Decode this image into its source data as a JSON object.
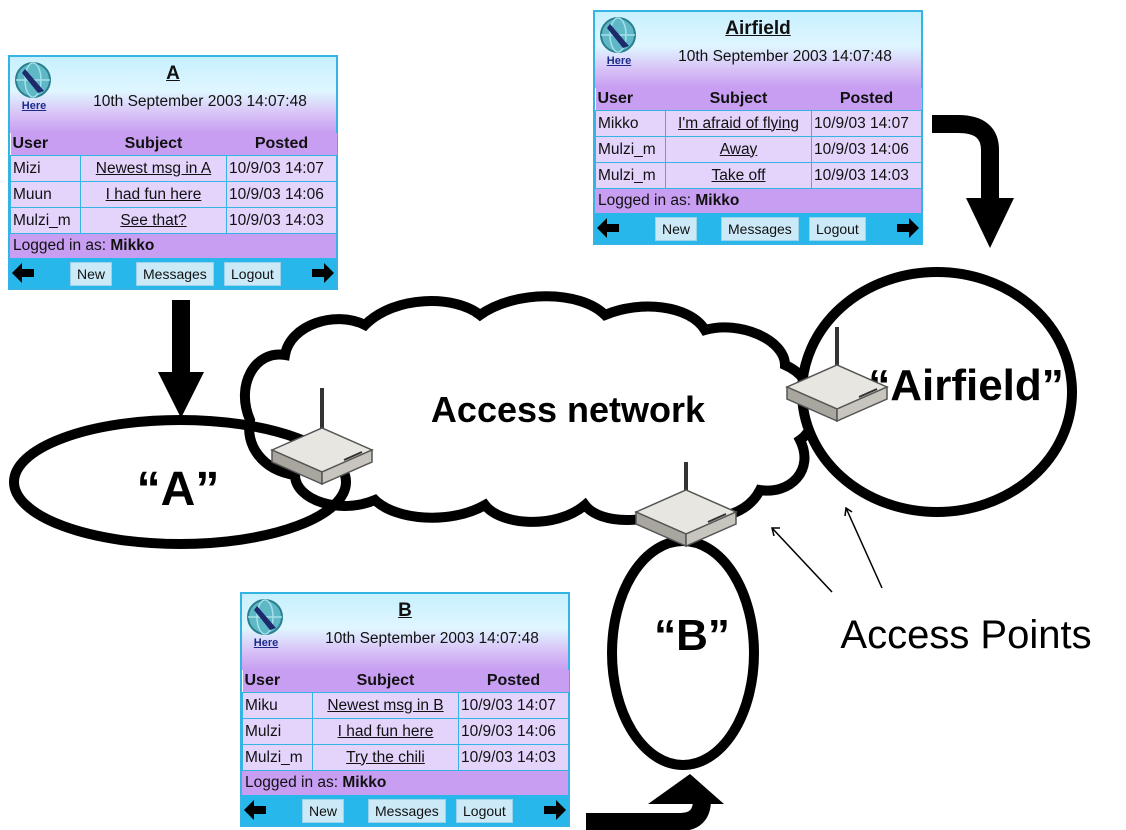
{
  "diagram": {
    "network_label": "Access network",
    "cell_a_label": "“A”",
    "cell_b_label": "“B”",
    "cell_airfield_label": "“Airfield”",
    "access_points_label": "Access Points"
  },
  "panels": {
    "a": {
      "logo_link": "Here",
      "title": "A",
      "date": "10th September 2003 14:07:48",
      "headers": {
        "user": "User",
        "subject": "Subject",
        "posted": "Posted"
      },
      "rows": [
        {
          "user": "Mizi",
          "subject": "Newest msg in A",
          "posted": "10/9/03 14:07"
        },
        {
          "user": "Muun",
          "subject": "I had fun here",
          "posted": "10/9/03 14:06"
        },
        {
          "user": "Mulzi_m",
          "subject": "See that?",
          "posted": "10/9/03 14:03"
        }
      ],
      "status_prefix": "Logged in as:",
      "status_user": "Mikko",
      "buttons": {
        "new": "New",
        "messages": "Messages",
        "logout": "Logout"
      }
    },
    "airfield": {
      "logo_link": "Here",
      "title": "Airfield",
      "date": "10th September 2003 14:07:48",
      "headers": {
        "user": "User",
        "subject": "Subject",
        "posted": "Posted"
      },
      "rows": [
        {
          "user": "Mikko",
          "subject": "I'm afraid of flying",
          "posted": "10/9/03 14:07"
        },
        {
          "user": "Mulzi_m",
          "subject": "Away",
          "posted": "10/9/03 14:06"
        },
        {
          "user": "Mulzi_m",
          "subject": "Take off",
          "posted": "10/9/03 14:03"
        }
      ],
      "status_prefix": "Logged in as:",
      "status_user": "Mikko",
      "buttons": {
        "new": "New",
        "messages": "Messages",
        "logout": "Logout"
      }
    },
    "b": {
      "logo_link": "Here",
      "title": "B",
      "date": "10th September 2003 14:07:48",
      "headers": {
        "user": "User",
        "subject": "Subject",
        "posted": "Posted"
      },
      "rows": [
        {
          "user": "Miku",
          "subject": "Newest msg in B",
          "posted": "10/9/03 14:07"
        },
        {
          "user": "Mulzi",
          "subject": "I had fun here",
          "posted": "10/9/03 14:06"
        },
        {
          "user": "Mulzi_m",
          "subject": "Try the chili",
          "posted": "10/9/03 14:03"
        }
      ],
      "status_prefix": "Logged in as:",
      "status_user": "Mikko",
      "buttons": {
        "new": "New",
        "messages": "Messages",
        "logout": "Logout"
      }
    }
  },
  "icons": {
    "logo": "globe-compass-icon",
    "nav_back": "arrow-left-icon",
    "nav_forward": "arrow-right-icon",
    "access_point": "wifi-router-icon"
  },
  "colors": {
    "panel_border": "#34b4e4",
    "toolbar": "#27b7ea",
    "lavender": "#c79ef1",
    "row_bg": "#e4d3fb"
  }
}
